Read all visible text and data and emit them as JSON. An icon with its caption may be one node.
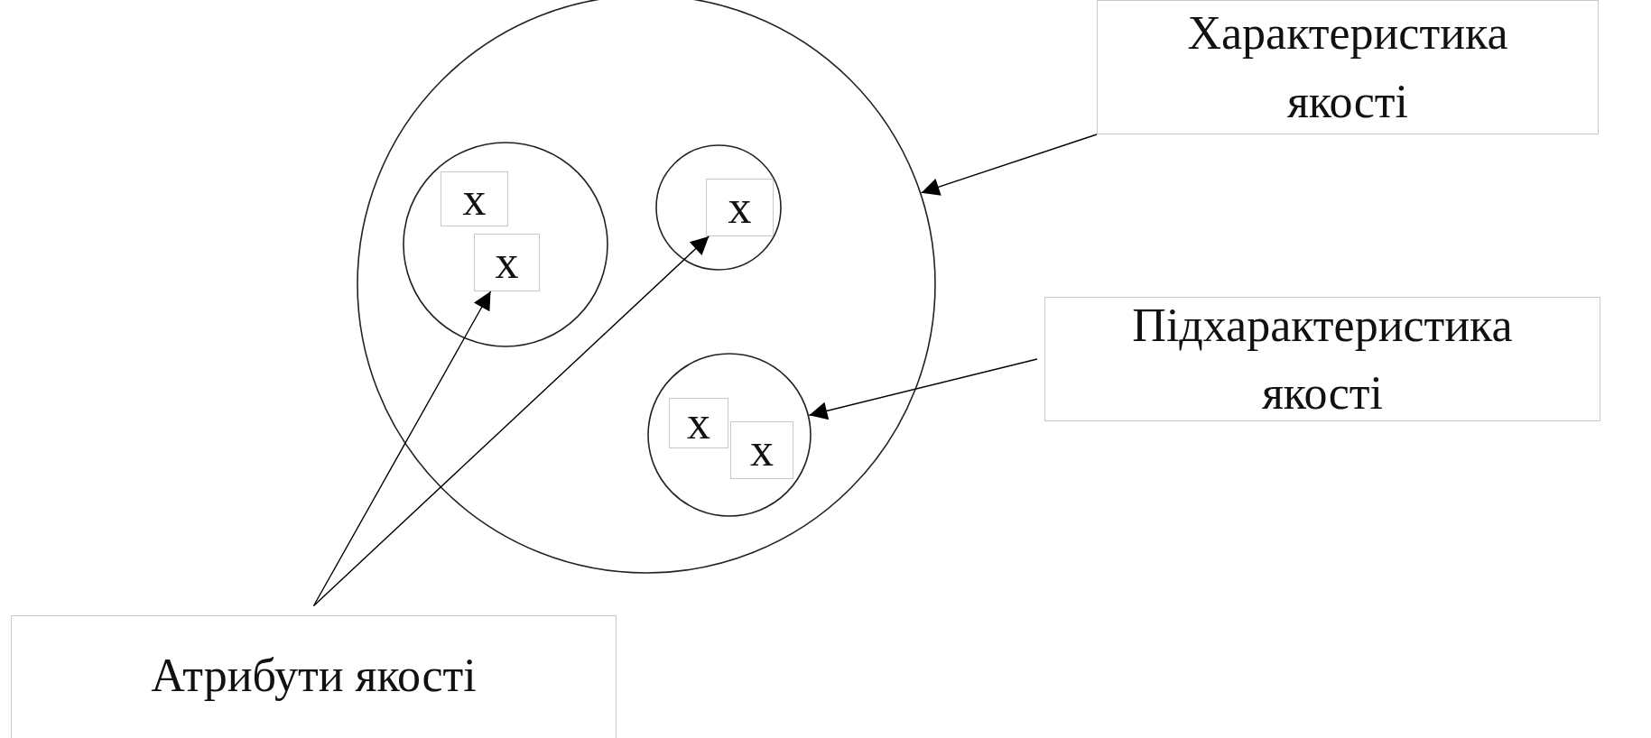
{
  "diagram": {
    "nodes": [
      {
        "text": [],
        "shape": "circle"
      },
      {
        "text": [],
        "shape": "circle",
        "in": 0
      },
      {
        "text": [
          "x"
        ],
        "in": 1
      },
      {
        "text": [
          "x"
        ],
        "in": 1
      },
      {
        "text": [],
        "shape": "circle",
        "in": 0
      },
      {
        "text": [
          "x"
        ],
        "in": 4
      },
      {
        "text": [],
        "shape": "circle",
        "in": 0
      },
      {
        "text": [
          "x"
        ],
        "in": 6
      },
      {
        "text": [
          "x"
        ],
        "in": 6
      },
      {
        "text": [
          "Характеристика якості"
        ]
      },
      {
        "text": [
          "Підхарактеристика якості"
        ]
      },
      {
        "text": [
          "Атрибути якості"
        ]
      }
    ],
    "edges": [
      {
        "from": 9,
        "to": 0,
        "arrow": "to"
      },
      {
        "from": 10,
        "to": 6,
        "arrow": "to"
      },
      {
        "from": 11,
        "to": 3,
        "arrow": "to"
      },
      {
        "from": 11,
        "to": 5,
        "arrow": "to"
      }
    ]
  }
}
